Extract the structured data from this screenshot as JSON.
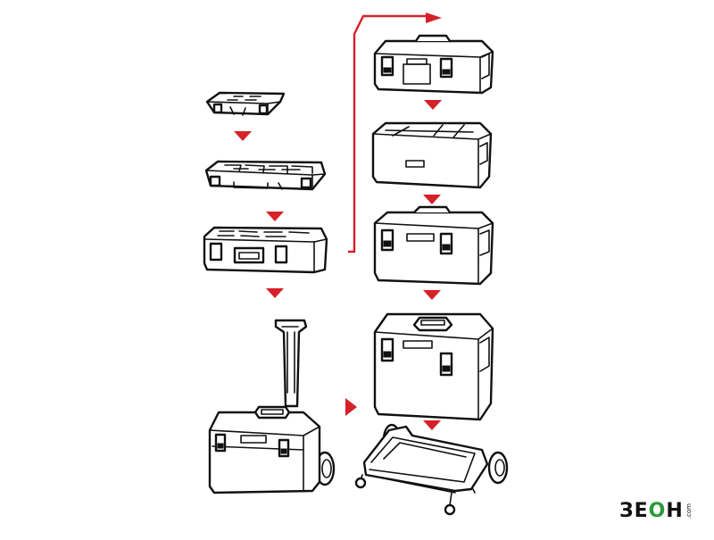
{
  "diagram": {
    "items": [
      {
        "id": "small-organizer"
      },
      {
        "id": "large-organizer-open"
      },
      {
        "id": "organizer-with-latches"
      },
      {
        "id": "mobile-trolley-box"
      },
      {
        "id": "toolbox-with-lid"
      },
      {
        "id": "divider-tray"
      },
      {
        "id": "deep-toolbox"
      },
      {
        "id": "tall-toolbox"
      },
      {
        "id": "wheeled-platform"
      }
    ],
    "arrow_color": "#d6202a"
  },
  "logo": {
    "mark_pre": "ЗЕ",
    "mark_o": "О",
    "mark_post": "Н",
    "sub": ".com",
    "accent": "#2a9a3a"
  }
}
